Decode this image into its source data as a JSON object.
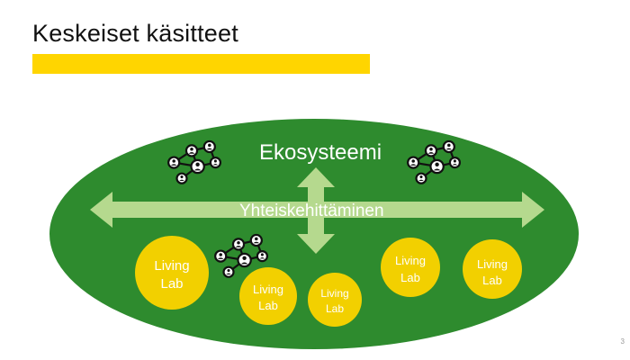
{
  "slide": {
    "title": "Keskeiset käsitteet",
    "slide_number": "3"
  },
  "diagram": {
    "ellipse_label": "Ekosysteemi",
    "arrow_label": "Yhteiskehittäminen",
    "living_labs": [
      {
        "line1": "Living",
        "line2": "Lab"
      },
      {
        "line1": "Living",
        "line2": "Lab"
      },
      {
        "line1": "Living",
        "line2": "Lab"
      },
      {
        "line1": "Living",
        "line2": "Lab"
      },
      {
        "line1": "Living",
        "line2": "Lab"
      }
    ],
    "icons": [
      "network-icon",
      "network-icon",
      "network-icon"
    ]
  },
  "colors": {
    "accent_yellow": "#ffd500",
    "ellipse_green": "#2e8b2e",
    "arrow_light_green": "#b5d98e",
    "circle_yellow": "#f2d000"
  }
}
